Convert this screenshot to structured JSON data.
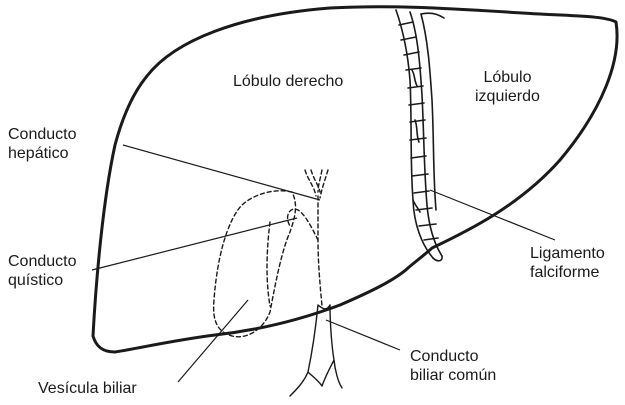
{
  "labels": {
    "right_lobe": "Lóbulo derecho",
    "left_lobe": [
      "Lóbulo",
      "izquierdo"
    ],
    "hepatic_duct": [
      "Conducto",
      "hepático"
    ],
    "cystic_duct": [
      "Conducto",
      "quístico"
    ],
    "gallbladder": "Vesícula biliar",
    "common_bile_duct": [
      "Conducto",
      "biliar común"
    ],
    "falciform_ligament": [
      "Ligamento",
      "falciforme"
    ]
  },
  "colors": {
    "outline": "#1a1a1a",
    "background": "#ffffff"
  }
}
